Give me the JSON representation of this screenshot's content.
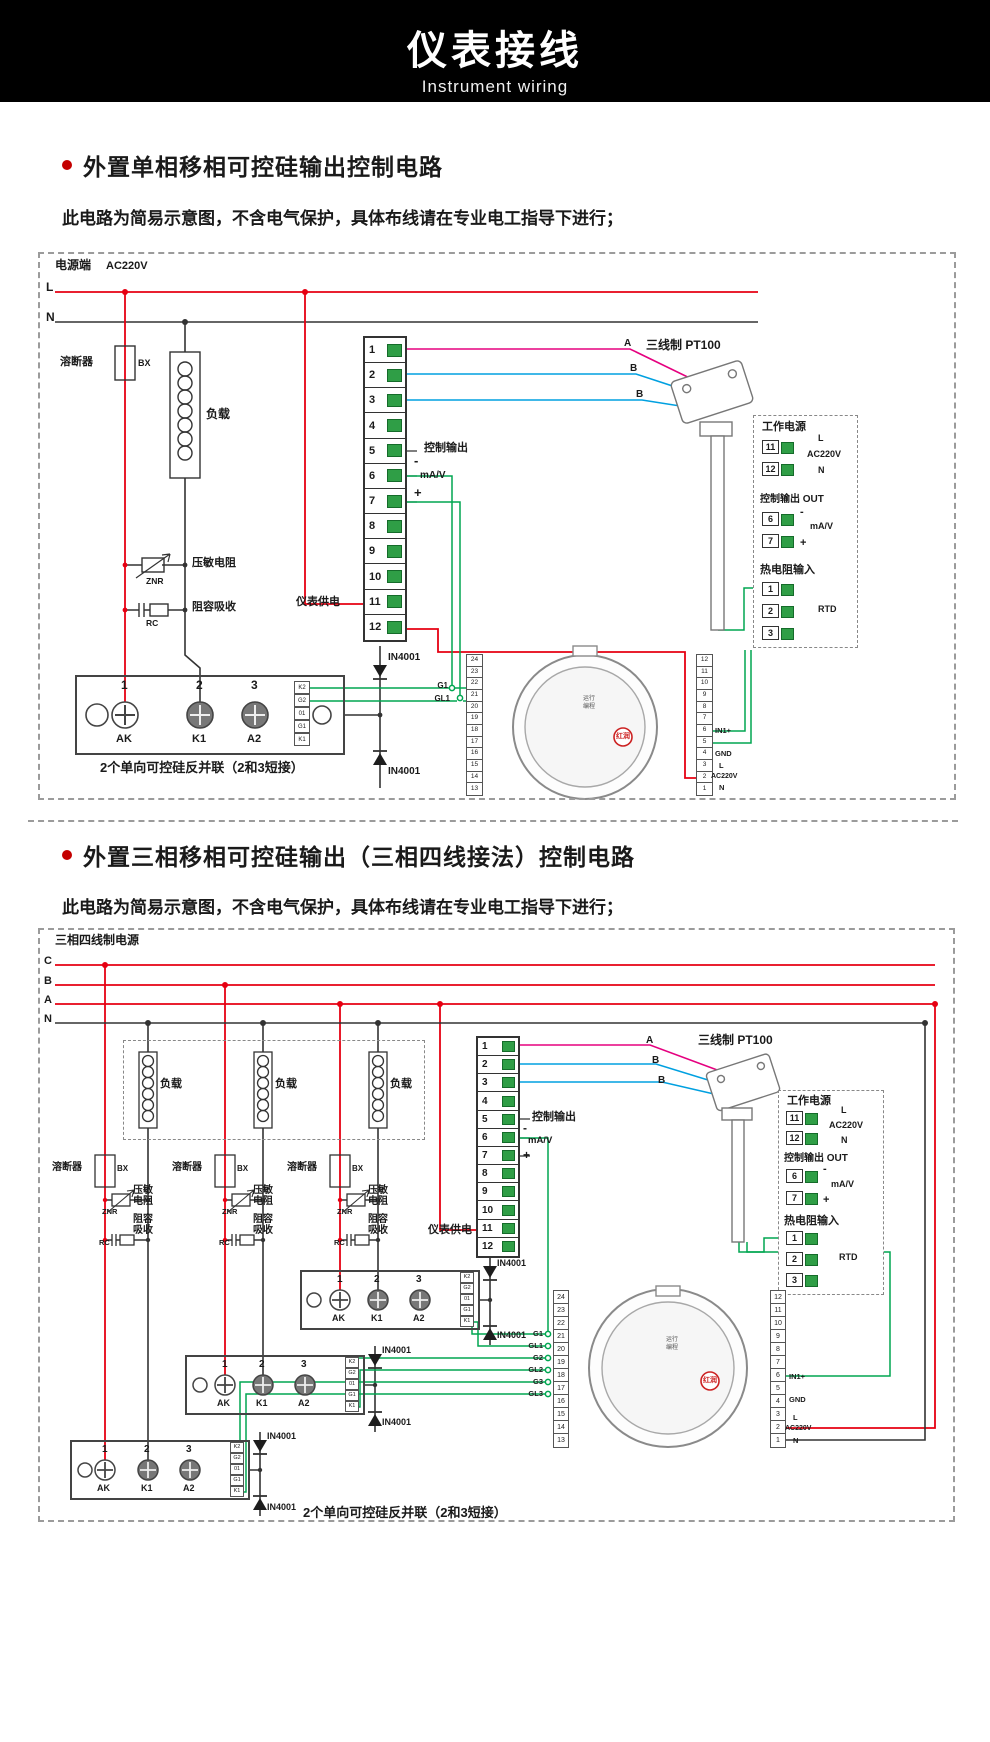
{
  "header": {
    "title": "仪表接线",
    "subtitle": "Instrument wiring"
  },
  "sections": {
    "s1": {
      "title": "外置单相移相可控硅输出控制电路",
      "power_label": "电源端",
      "power_voltage": "AC220V",
      "lines": [
        "L",
        "N"
      ],
      "g_labels": [
        "G1",
        "GL1"
      ]
    },
    "s2": {
      "title": "外置三相移相可控硅输出（三相四线接法）控制电路",
      "power_label": "三相四线制电源",
      "lines": [
        "C",
        "B",
        "A",
        "N"
      ],
      "g_labels": [
        "G1",
        "GL1",
        "G2",
        "GL2",
        "G3",
        "GL3"
      ]
    }
  },
  "shared": {
    "note": "此电路为简易示意图，不含电气保护，具体布线请在专业电工指导下进行；",
    "caption": "2个单向可控硅反并联（2和3短接）",
    "diode_label": "IN4001",
    "meter_supply": "仪表供电",
    "control_output": "控制输出",
    "ma_v": "mA/V",
    "minus": "-",
    "plus": "+",
    "pt100_label": "三线制 PT100",
    "sensor_wires": [
      "A",
      "B",
      "B"
    ],
    "fuse": "溶断器",
    "fuse_code": "BX",
    "load": "负载",
    "varistor": "压敏电阻",
    "varistor_code": "ZNR",
    "rc_snubber": "阻容吸收",
    "rc_code": "RC",
    "terminal_numbers": [
      "1",
      "2",
      "3",
      "4",
      "5",
      "6",
      "7",
      "8",
      "9",
      "10",
      "11",
      "12"
    ],
    "scr": {
      "numbers": [
        "1",
        "2",
        "3"
      ],
      "labels": [
        "AK",
        "K1",
        "A2"
      ],
      "side_labels": [
        "K2",
        "G2",
        "01",
        "G1",
        "K1"
      ]
    },
    "panel": {
      "work_power": "工作电源",
      "n11": "11",
      "n12": "12",
      "l": "L",
      "n": "N",
      "ac220v": "AC220V",
      "control_out": "控制输出 OUT",
      "n6": "6",
      "n7": "7",
      "minus": "-",
      "plus": "+",
      "ma_v": "mA/V",
      "rtd_input": "热电阻输入",
      "n1": "1",
      "n2": "2",
      "n3": "3",
      "rtd": "RTD"
    },
    "instrument": {
      "left_strip": [
        "24",
        "23",
        "22",
        "21",
        "20",
        "19",
        "18",
        "17",
        "16",
        "15",
        "14",
        "13"
      ],
      "right_strip": [
        "12",
        "11",
        "10",
        "9",
        "8",
        "7",
        "6",
        "5",
        "4",
        "3",
        "2",
        "1"
      ],
      "in1": "IN1+",
      "gnd": "GND",
      "l": "L",
      "ac220v": "AC220V",
      "n": "N",
      "run": "运行",
      "prog": "编程",
      "brand": "红润"
    },
    "colors": {
      "wire_live": "#e60012",
      "wire_neutral": "#333333",
      "wire_signal_a": "#e5007f",
      "wire_signal_b": "#00a0e0",
      "wire_gate": "#00a651",
      "brand_red": "#cc2222"
    }
  }
}
